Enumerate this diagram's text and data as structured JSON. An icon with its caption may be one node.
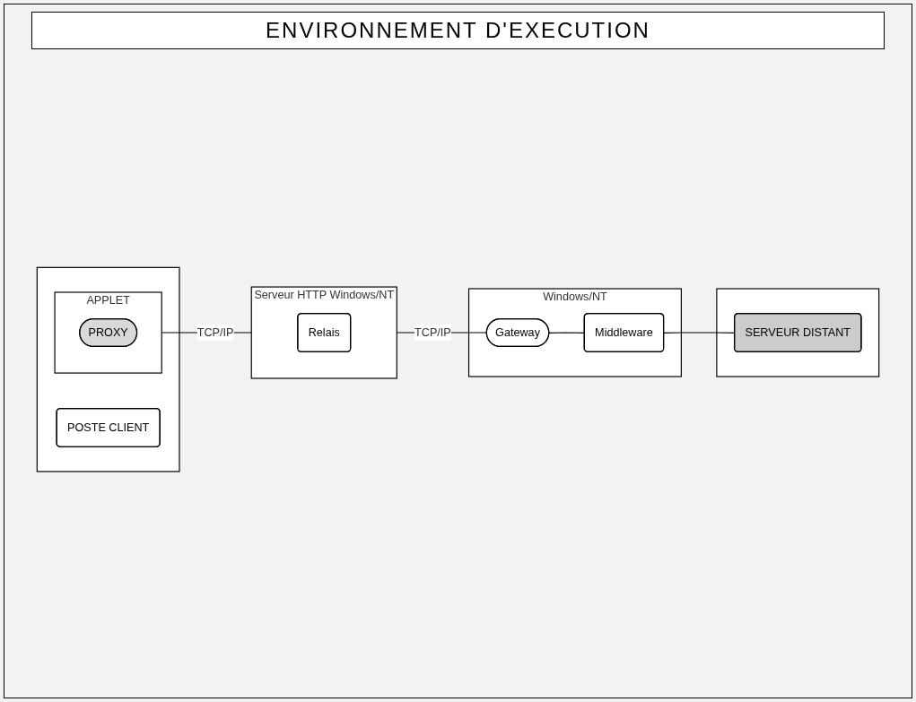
{
  "diagram": {
    "title": "ENVIRONNEMENT D'EXECUTION",
    "nodes": [
      {
        "text": [],
        "shape": "box"
      },
      {
        "text": [
          "APPLET"
        ],
        "in": 0
      },
      {
        "text": [
          "PROXY"
        ],
        "in": 1
      },
      {
        "text": [
          "POSTE CLIENT"
        ],
        "in": 0
      },
      {
        "text": [
          "Serveur HTTP Windows/NT"
        ]
      },
      {
        "text": [
          "Relais"
        ],
        "in": 4
      },
      {
        "text": [
          "Windows/NT"
        ]
      },
      {
        "text": [
          "Gateway"
        ],
        "in": 6
      },
      {
        "text": [
          "Middleware"
        ],
        "in": 6
      },
      {
        "text": [],
        "shape": "box"
      },
      {
        "text": [
          "SERVEUR DISTANT"
        ],
        "in": 9
      }
    ],
    "edges": [
      {
        "from": 1,
        "to": 4,
        "arrow": "none",
        "label": "TCP/IP"
      },
      {
        "from": 4,
        "to": 7,
        "arrow": "none",
        "label": "TCP/IP"
      },
      {
        "from": 7,
        "to": 8,
        "arrow": "none"
      },
      {
        "from": 8,
        "to": 10,
        "arrow": "none"
      }
    ]
  }
}
